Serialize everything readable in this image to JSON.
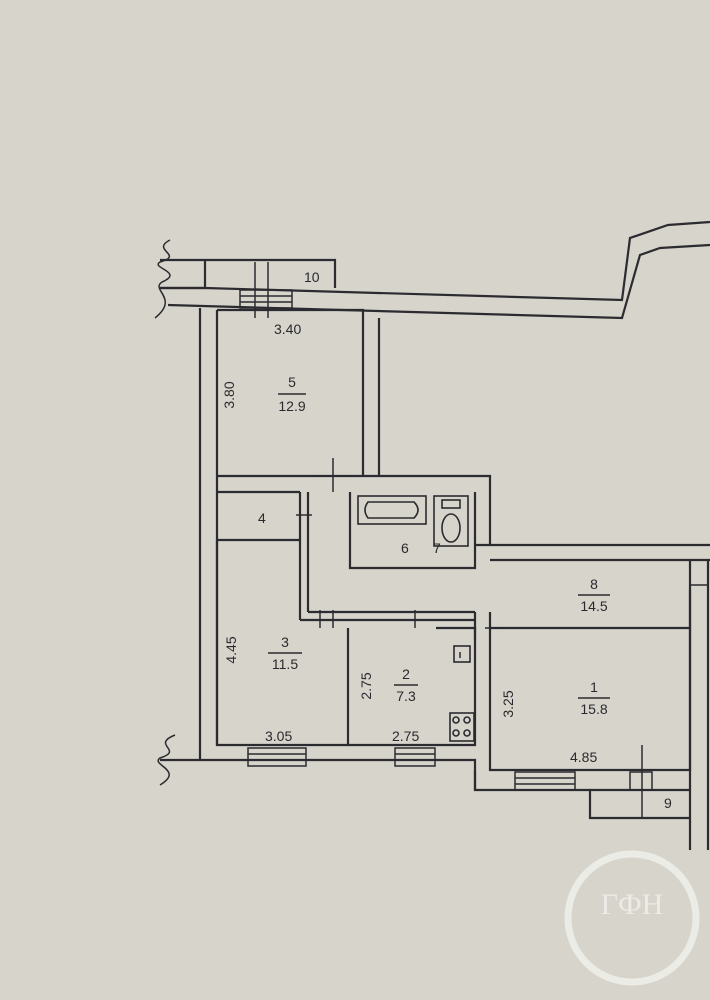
{
  "rooms": [
    {
      "num": "5",
      "area": "12.9"
    },
    {
      "num": "3",
      "area": "11.5"
    },
    {
      "num": "2",
      "area": "7.3"
    },
    {
      "num": "1",
      "area": "15.8"
    },
    {
      "num": "8",
      "area": "14.5"
    }
  ],
  "labels": {
    "r4": "4",
    "r6": "6",
    "r7": "7",
    "r9": "9",
    "r10": "10"
  },
  "dims": {
    "r5_width": "3.40",
    "r5_height": "3.80",
    "r3_height": "4.45",
    "r3_width": "3.05",
    "r2_height": "2.75",
    "r2_width": "2.75",
    "r1_height": "3.25",
    "r1_width": "4.85"
  },
  "watermark": {
    "text": "ГФН"
  }
}
